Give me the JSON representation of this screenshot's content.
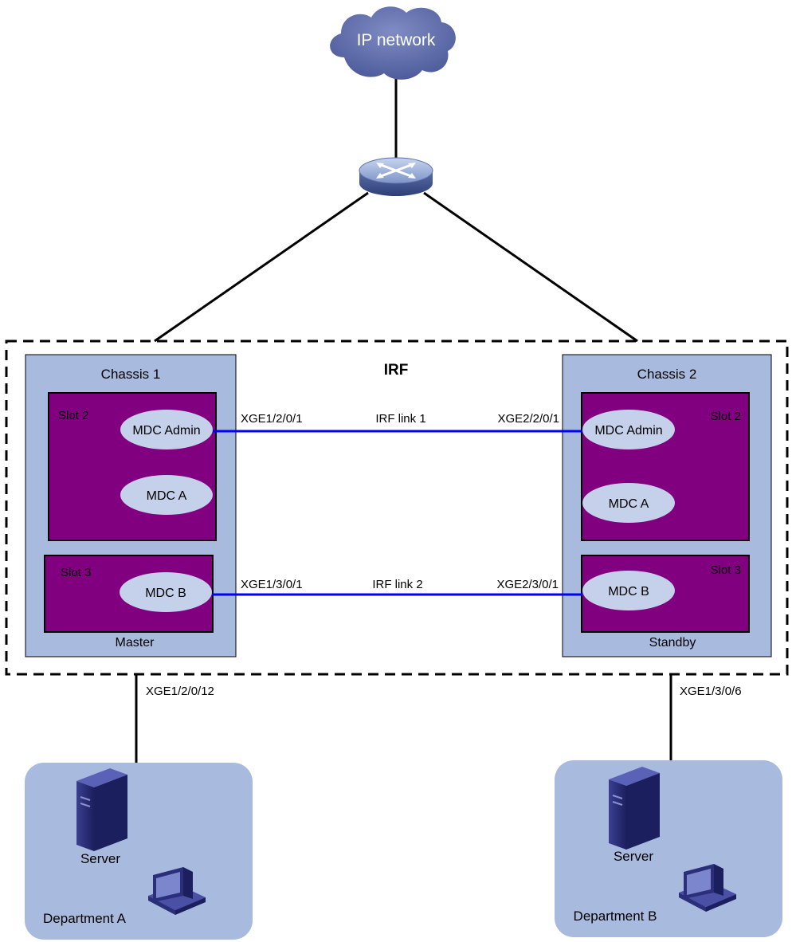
{
  "cloud": {
    "label": "IP network"
  },
  "irf": {
    "label": "IRF",
    "chassis1": {
      "title": "Chassis 1",
      "role": "Master",
      "slot2": {
        "label": "Slot 2",
        "mdc_admin": "MDC Admin",
        "mdc_a": "MDC A"
      },
      "slot3": {
        "label": "Slot 3",
        "mdc_b": "MDC B"
      }
    },
    "chassis2": {
      "title": "Chassis 2",
      "role": "Standby",
      "slot2": {
        "label": "Slot 2",
        "mdc_admin": "MDC Admin",
        "mdc_a": "MDC A"
      },
      "slot3": {
        "label": "Slot 3",
        "mdc_b": "MDC B"
      }
    },
    "link1": {
      "label": "IRF link 1",
      "left_port": "XGE1/2/0/1",
      "right_port": "XGE2/2/0/1"
    },
    "link2": {
      "label": "IRF link 2",
      "left_port": "XGE1/3/0/1",
      "right_port": "XGE2/3/0/1"
    }
  },
  "downlinks": {
    "left_port": "XGE1/2/0/12",
    "right_port": "XGE1/3/0/6"
  },
  "department_a": {
    "label": "Department A",
    "server_label": "Server"
  },
  "department_b": {
    "label": "Department B",
    "server_label": "Server"
  },
  "colors": {
    "cloud": "#5867A8",
    "chassis": "#A9BADF",
    "slot": "#800080",
    "mdc": "#C5D0EA",
    "irf_link": "#0000FF",
    "department": "#A9BADF",
    "device": "#2B2F7A"
  }
}
